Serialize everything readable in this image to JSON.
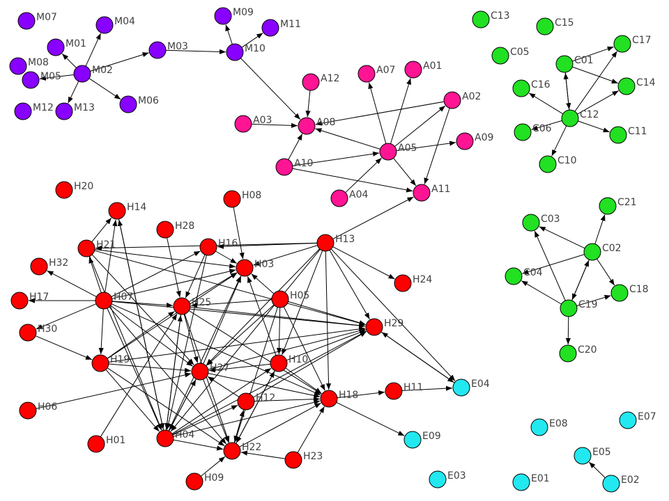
{
  "colors": {
    "M": "#8800ff",
    "A": "#ff1493",
    "C": "#22e022",
    "H": "#ff0000",
    "E": "#22e8f0",
    "edge": "#000000",
    "label": "#404040",
    "background": "#ffffff"
  },
  "groups": [
    {
      "prefix": "M",
      "nodes": [
        "M01",
        "M02",
        "M03",
        "M04",
        "M05",
        "M06",
        "M07",
        "M08",
        "M09",
        "M10",
        "M11",
        "M12",
        "M13"
      ]
    },
    {
      "prefix": "A",
      "nodes": [
        "A01",
        "A02",
        "A03",
        "A04",
        "A05",
        "A07",
        "A08",
        "A09",
        "A10",
        "A11",
        "A12"
      ]
    },
    {
      "prefix": "C",
      "nodes": [
        "C01",
        "C02",
        "C03",
        "C04",
        "C05",
        "C06",
        "C10",
        "C11",
        "C12",
        "C13",
        "C14",
        "C15",
        "C16",
        "C17",
        "C18",
        "C19",
        "C20",
        "C21"
      ]
    },
    {
      "prefix": "H",
      "nodes": [
        "H01",
        "H03",
        "H04",
        "H05",
        "H06",
        "H07",
        "H08",
        "H09",
        "H10",
        "H11",
        "H12",
        "H13",
        "H14",
        "H16",
        "H17",
        "H18",
        "H19",
        "H20",
        "H21",
        "H22",
        "H23",
        "H24",
        "H25",
        "H27",
        "H28",
        "H29",
        "H30",
        "H32"
      ]
    },
    {
      "prefix": "E",
      "nodes": [
        "E01",
        "E02",
        "E03",
        "E04",
        "E05",
        "E07",
        "E08",
        "E09"
      ]
    }
  ],
  "edges": [
    [
      "M02",
      "M01"
    ],
    [
      "M02",
      "M04"
    ],
    [
      "M02",
      "M05"
    ],
    [
      "M02",
      "M06"
    ],
    [
      "M02",
      "M13"
    ],
    [
      "M02",
      "M03"
    ],
    [
      "M03",
      "M10"
    ],
    [
      "M10",
      "M09"
    ],
    [
      "M10",
      "M11"
    ],
    [
      "M10",
      "A08"
    ],
    [
      "A03",
      "A08"
    ],
    [
      "A12",
      "A08"
    ],
    [
      "A10",
      "A08"
    ],
    [
      "A05",
      "A08"
    ],
    [
      "A02",
      "A08"
    ],
    [
      "A05",
      "A07"
    ],
    [
      "A05",
      "A01"
    ],
    [
      "A05",
      "A02"
    ],
    [
      "A05",
      "A09"
    ],
    [
      "A05",
      "A11"
    ],
    [
      "A10",
      "A05"
    ],
    [
      "A10",
      "A11"
    ],
    [
      "A02",
      "A11"
    ],
    [
      "A04",
      "A05"
    ],
    [
      "H13",
      "A11"
    ],
    [
      "C12",
      "C01"
    ],
    [
      "C01",
      "C12"
    ],
    [
      "C12",
      "C16"
    ],
    [
      "C12",
      "C14"
    ],
    [
      "C12",
      "C17"
    ],
    [
      "C12",
      "C11"
    ],
    [
      "C12",
      "C10"
    ],
    [
      "C12",
      "C06"
    ],
    [
      "C01",
      "C14"
    ],
    [
      "C01",
      "C17"
    ],
    [
      "C02",
      "C21"
    ],
    [
      "C02",
      "C03"
    ],
    [
      "C02",
      "C18"
    ],
    [
      "C02",
      "C19"
    ],
    [
      "C02",
      "C04"
    ],
    [
      "C19",
      "C02"
    ],
    [
      "C19",
      "C03"
    ],
    [
      "C19",
      "C04"
    ],
    [
      "C19",
      "C18"
    ],
    [
      "C19",
      "C20"
    ],
    [
      "E02",
      "E05"
    ],
    [
      "H11",
      "E04"
    ],
    [
      "H29",
      "E04"
    ],
    [
      "E04",
      "H29"
    ],
    [
      "H13",
      "E04"
    ],
    [
      "H18",
      "E09"
    ],
    [
      "H18",
      "H11"
    ],
    [
      "H07",
      "H21"
    ],
    [
      "H07",
      "H32"
    ],
    [
      "H07",
      "H17"
    ],
    [
      "H07",
      "H30"
    ],
    [
      "H07",
      "H19"
    ],
    [
      "H07",
      "H25"
    ],
    [
      "H07",
      "H03"
    ],
    [
      "H07",
      "H16"
    ],
    [
      "H07",
      "H29"
    ],
    [
      "H07",
      "H04"
    ],
    [
      "H07",
      "H27"
    ],
    [
      "H07",
      "H22"
    ],
    [
      "H07",
      "H18"
    ],
    [
      "H07",
      "H14"
    ],
    [
      "H21",
      "H14"
    ],
    [
      "H21",
      "H03"
    ],
    [
      "H21",
      "H27"
    ],
    [
      "H13",
      "H21"
    ],
    [
      "H21",
      "H29"
    ],
    [
      "H16",
      "H03"
    ],
    [
      "H16",
      "H25"
    ],
    [
      "H16",
      "H04"
    ],
    [
      "H13",
      "H16"
    ],
    [
      "H13",
      "H03"
    ],
    [
      "H13",
      "H24"
    ],
    [
      "H13",
      "H29"
    ],
    [
      "H13",
      "H18"
    ],
    [
      "H13",
      "H04"
    ],
    [
      "H13",
      "H27"
    ],
    [
      "H13",
      "H10"
    ],
    [
      "H25",
      "H03"
    ],
    [
      "H28",
      "H25"
    ],
    [
      "H25",
      "H29"
    ],
    [
      "H25",
      "H27"
    ],
    [
      "H25",
      "H04"
    ],
    [
      "H25",
      "H22"
    ],
    [
      "H25",
      "H18"
    ],
    [
      "H19",
      "H25"
    ],
    [
      "H05",
      "H03"
    ],
    [
      "H05",
      "H29"
    ],
    [
      "H05",
      "H25"
    ],
    [
      "H05",
      "H27"
    ],
    [
      "H05",
      "H18"
    ],
    [
      "H05",
      "H10"
    ],
    [
      "H05",
      "H22"
    ],
    [
      "H08",
      "H03"
    ],
    [
      "H19",
      "H03"
    ],
    [
      "H19",
      "H29"
    ],
    [
      "H19",
      "H27"
    ],
    [
      "H19",
      "H04"
    ],
    [
      "H19",
      "H22"
    ],
    [
      "H10",
      "H29"
    ],
    [
      "H10",
      "H18"
    ],
    [
      "H10",
      "H22"
    ],
    [
      "H10",
      "H27"
    ],
    [
      "H10",
      "H03"
    ],
    [
      "H04",
      "H03"
    ],
    [
      "H04",
      "H27"
    ],
    [
      "H04",
      "H25"
    ],
    [
      "H04",
      "H12"
    ],
    [
      "H04",
      "H18"
    ],
    [
      "H04",
      "H22"
    ],
    [
      "H04",
      "H10"
    ],
    [
      "H04",
      "H29"
    ],
    [
      "H04",
      "H14"
    ],
    [
      "H12",
      "H18"
    ],
    [
      "H12",
      "H22"
    ],
    [
      "H22",
      "H12"
    ],
    [
      "H12",
      "H27"
    ],
    [
      "H12",
      "H29"
    ],
    [
      "H27",
      "H29"
    ],
    [
      "H27",
      "H18"
    ],
    [
      "H27",
      "H03"
    ],
    [
      "H27",
      "H04"
    ],
    [
      "H27",
      "H22"
    ],
    [
      "H06",
      "H27"
    ],
    [
      "H09",
      "H22"
    ],
    [
      "H23",
      "H22"
    ],
    [
      "H23",
      "H18"
    ],
    [
      "H22",
      "H18"
    ],
    [
      "H22",
      "H10"
    ],
    [
      "H01",
      "H25"
    ],
    [
      "H30",
      "H19"
    ],
    [
      "H14",
      "H04"
    ],
    [
      "H21",
      "H04"
    ]
  ]
}
